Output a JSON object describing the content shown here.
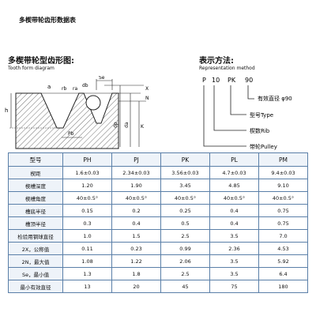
{
  "page": {
    "title": "多楔带轮齿形数据表",
    "diagram_title_zh": "多楔带轮型齿形图:",
    "diagram_title_en": "Tooth form diagram",
    "rep_title_zh": "表示方法:",
    "rep_title_en": "Representation method"
  },
  "diagram": {
    "labels": {
      "h": "h",
      "a": "a",
      "rb": "rb",
      "ra": "ra",
      "db": "db",
      "se": "Se",
      "pb": "Pb",
      "dp": "dp",
      "da": "da",
      "k": "K",
      "x": "X"
    }
  },
  "representation": {
    "codes": [
      "P",
      "10",
      "PK",
      "90"
    ],
    "items": [
      {
        "label": "有效直径 φ90"
      },
      {
        "label": "型号Type"
      },
      {
        "label": "楔数Rib"
      },
      {
        "label": "带轮Pulley"
      }
    ]
  },
  "table": {
    "columns": [
      "型号",
      "PH",
      "PJ",
      "PK",
      "PL",
      "PM"
    ],
    "rows": [
      {
        "label": "楔距",
        "values": [
          "1.6±0.03",
          "2.34±0.03",
          "3.56±0.03",
          "4.7±0.03",
          "9.4±0.03"
        ]
      },
      {
        "label": "楔槽深度",
        "values": [
          "1.20",
          "1.90",
          "3.45",
          "4.85",
          "9.10"
        ]
      },
      {
        "label": "楔槽角度",
        "values": [
          "40±0.5°",
          "40±0.5°",
          "40±0.5°",
          "40±0.5°",
          "40±0.5°"
        ]
      },
      {
        "label": "槽底半径",
        "values": [
          "0.15",
          "0.2",
          "0.25",
          "0.4",
          "0.75"
        ]
      },
      {
        "label": "槽顶半径",
        "values": [
          "0.3",
          "0.4",
          "0.5",
          "0.4",
          "0.75"
        ]
      },
      {
        "label": "检验用钢球直径",
        "values": [
          "1.0",
          "1.5",
          "2.5",
          "3.5",
          "7.0"
        ]
      },
      {
        "label": "2X，公称值",
        "values": [
          "0.11",
          "0.23",
          "0.99",
          "2.36",
          "4.53"
        ]
      },
      {
        "label": "2N，最大值",
        "values": [
          "1.08",
          "1.22",
          "2.06",
          "3.5",
          "5.92"
        ]
      },
      {
        "label": "Se，最小值",
        "values": [
          "1.3",
          "1.8",
          "2.5",
          "3.5",
          "6.4"
        ]
      },
      {
        "label": "最小有效直径",
        "values": [
          "13",
          "20",
          "45",
          "75",
          "180"
        ]
      }
    ]
  }
}
